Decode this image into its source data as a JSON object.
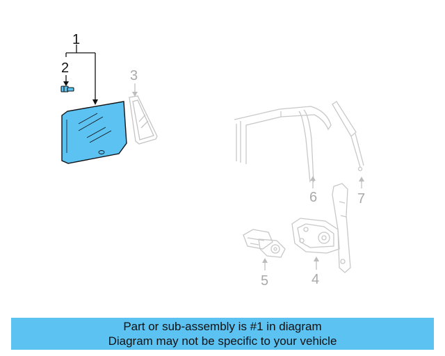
{
  "callouts": [
    {
      "id": "1",
      "label": "1",
      "highlighted": true
    },
    {
      "id": "2",
      "label": "2",
      "highlighted": true
    },
    {
      "id": "3",
      "label": "3",
      "highlighted": false
    },
    {
      "id": "4",
      "label": "4",
      "highlighted": false
    },
    {
      "id": "5",
      "label": "5",
      "highlighted": false
    },
    {
      "id": "6",
      "label": "6",
      "highlighted": false
    },
    {
      "id": "7",
      "label": "7",
      "highlighted": false
    }
  ],
  "banner": {
    "line1": "Part or sub-assembly is #1 in diagram",
    "line2": "Diagram may not be specific to your vehicle"
  },
  "colors": {
    "highlight_fill": "#5bc2f2",
    "banner_bg": "#5bc2f2",
    "faded_line": "#c8c8c8",
    "active_line": "#111111"
  }
}
